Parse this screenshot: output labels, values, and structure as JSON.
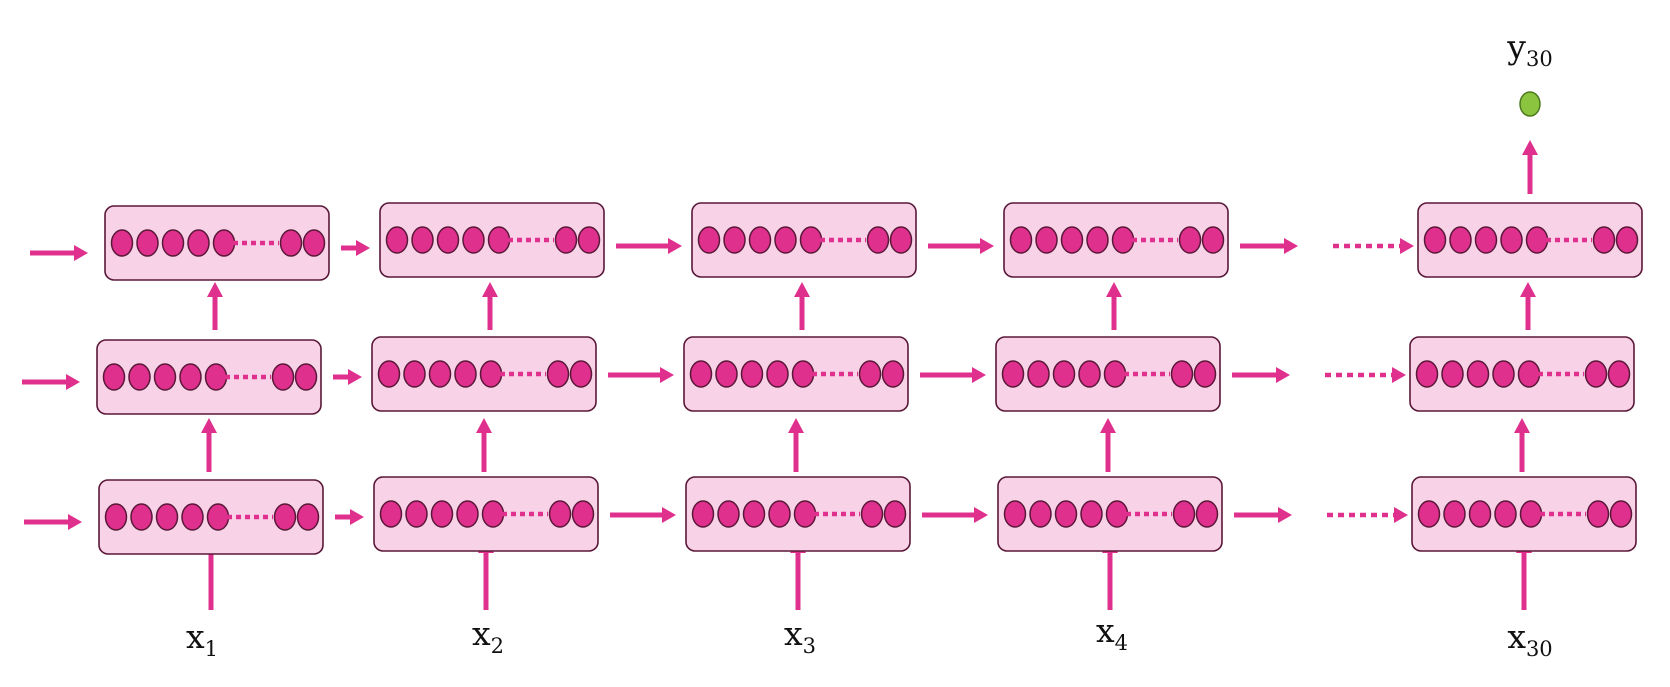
{
  "colors": {
    "accent": "#e0308e",
    "cell_fill": "#f8d3e8",
    "cell_border": "#5a1838",
    "output_node": "#8bc540"
  },
  "diagram": {
    "layers": 3,
    "timesteps": 5,
    "inputs": [
      {
        "base": "x",
        "sub": "1"
      },
      {
        "base": "x",
        "sub": "2"
      },
      {
        "base": "x",
        "sub": "3"
      },
      {
        "base": "x",
        "sub": "4"
      },
      {
        "base": "x",
        "sub": "30"
      }
    ],
    "output": {
      "base": "y",
      "sub": "30"
    },
    "cell": {
      "solid_neurons": 5,
      "dotted_separator": true,
      "tail_neurons": 2
    },
    "gap_after_timestep": 4
  }
}
